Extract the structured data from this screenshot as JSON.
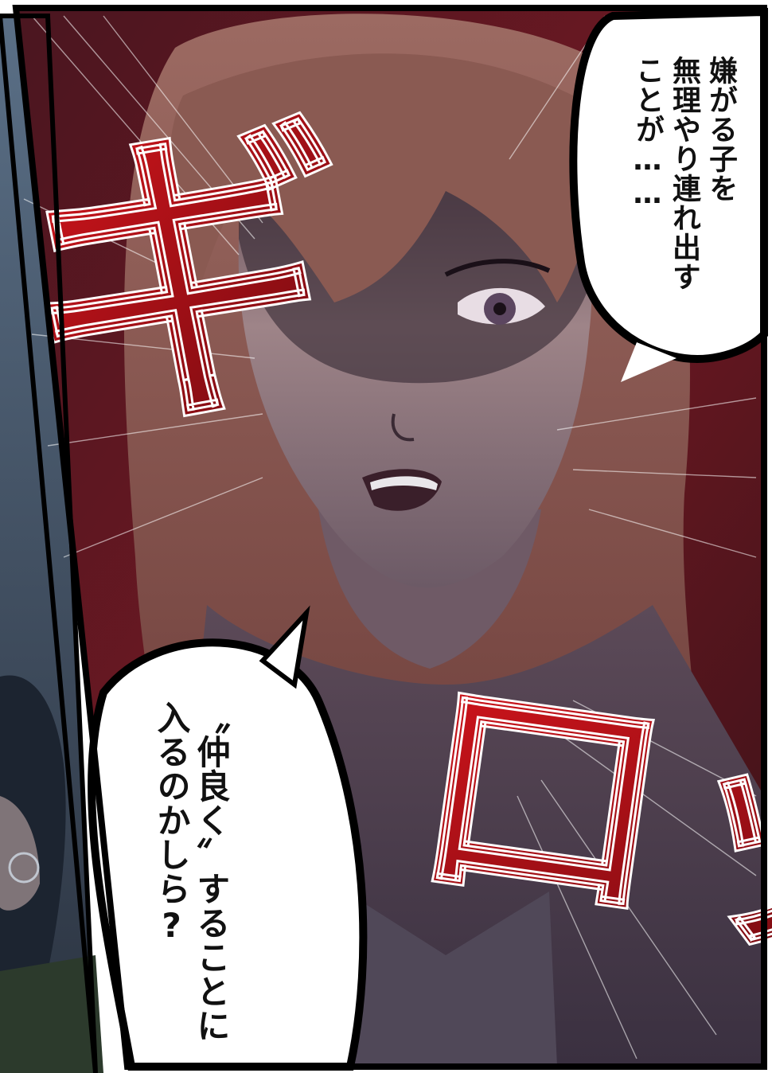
{
  "speech_bubbles": {
    "top_right": {
      "lines": [
        "嫌がる子を",
        "無理やり連れ出す",
        "ことが……"
      ]
    },
    "bottom_left": {
      "lines": [
        "〝仲良く〟することに",
        "入るのかしら?"
      ]
    }
  },
  "sound_effects": {
    "left": "ギ",
    "right": "ロッ"
  },
  "colors": {
    "panel_border": "#000000",
    "background_red": "#6e1822",
    "hair": "#8a5a52",
    "skin": "#b89a96",
    "sfx_red": "#b3141b"
  }
}
